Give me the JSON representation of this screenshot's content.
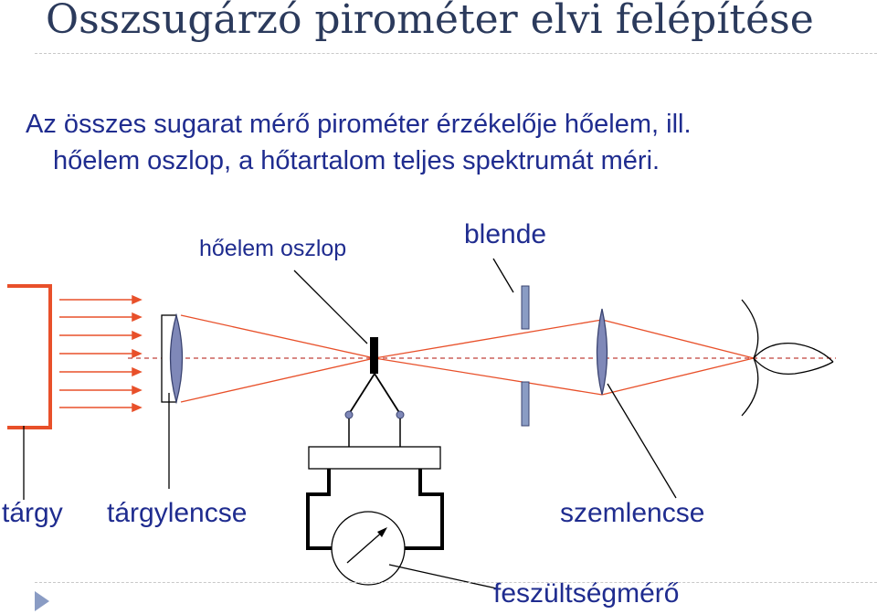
{
  "title": "Összsugárzó pirométer elvi felépítése",
  "body": {
    "line1": "Az összes sugarat mérő pirométer érzékelője hőelem, ill.",
    "line2": "hőelem oszlop, a  hőtartalom teljes spektrumát méri."
  },
  "labels": {
    "hoelem_oszlop": "hőelem oszlop",
    "blende": "blende",
    "targy": "tárgy",
    "targylencse": "tárgylencse",
    "szemlencse": "szemlencse",
    "feszultsegmero": "feszültségmérő"
  },
  "colors": {
    "title": "#2b3a5c",
    "text": "#1f2c8f",
    "rays": "#e8502a",
    "optical_axis": "#c0403a",
    "lens": "#7f88b8",
    "blende": "#8a9cc4"
  }
}
